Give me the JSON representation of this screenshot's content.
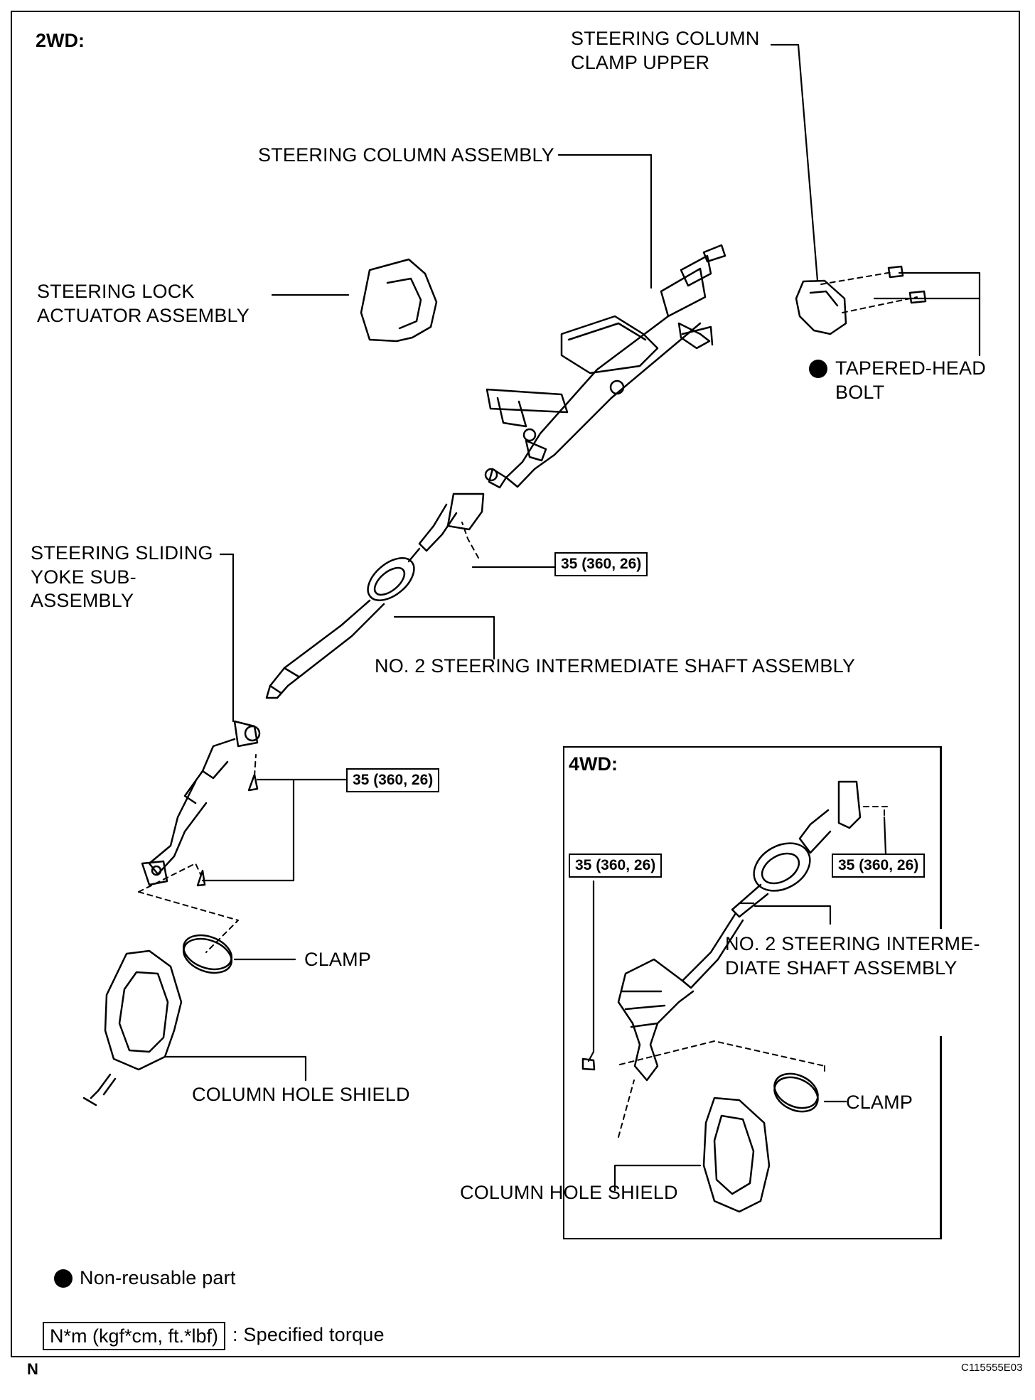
{
  "headers": {
    "two_wd": "2WD:",
    "four_wd": "4WD:"
  },
  "labels": {
    "clamp_upper_1": "STEERING COLUMN",
    "clamp_upper_2": "CLAMP UPPER",
    "column_assembly": "STEERING COLUMN ASSEMBLY",
    "lock_actuator_1": "STEERING LOCK",
    "lock_actuator_2": "ACTUATOR ASSEMBLY",
    "tapered_bolt_1": "TAPERED-HEAD",
    "tapered_bolt_2": "BOLT",
    "sliding_yoke_1": "STEERING SLIDING",
    "sliding_yoke_2": "YOKE SUB-",
    "sliding_yoke_3": "ASSEMBLY",
    "intermediate_shaft": "NO. 2 STEERING INTERMEDIATE SHAFT ASSEMBLY",
    "clamp_2wd": "CLAMP",
    "hole_shield_2wd": "COLUMN HOLE SHIELD",
    "intermediate_4wd_1": "NO. 2 STEERING INTERME-",
    "intermediate_4wd_2": "DIATE SHAFT ASSEMBLY",
    "clamp_4wd": "CLAMP",
    "hole_shield_4wd": "COLUMN HOLE SHIELD"
  },
  "torques": {
    "t1": "35 (360, 26)",
    "t2": "35 (360, 26)",
    "t3": "35 (360, 26)",
    "t4": "35 (360, 26)"
  },
  "legend": {
    "non_reusable": "Non-reusable part",
    "torque_unit": "N*m (kgf*cm, ft.*lbf)",
    "torque_desc": ": Specified torque"
  },
  "footer": {
    "left": "N",
    "code": "C115555E03"
  }
}
